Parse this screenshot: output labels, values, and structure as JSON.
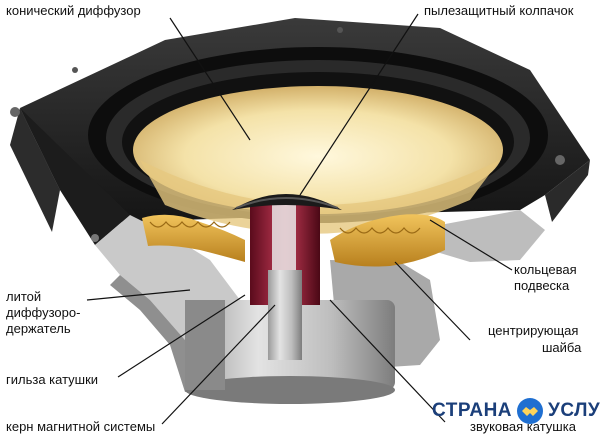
{
  "labels": {
    "cone": "конический диффузор",
    "dust_cap": "пылезащитный колпачок",
    "surround_1": "кольцевая",
    "surround_2": "подвеска",
    "basket_1": "литой",
    "basket_2": "диффузоро-",
    "basket_3": "держатель",
    "spider_1": "центрирующая",
    "spider_2": "шайба",
    "former": "гильза катушки",
    "pole": "керн магнитной системы",
    "voice_coil": "звуковая катушка"
  },
  "watermark": {
    "left": "СТРАНА",
    "right": "УСЛУГ",
    "icon": "handshake-icon",
    "color": "#1f6fd1"
  }
}
